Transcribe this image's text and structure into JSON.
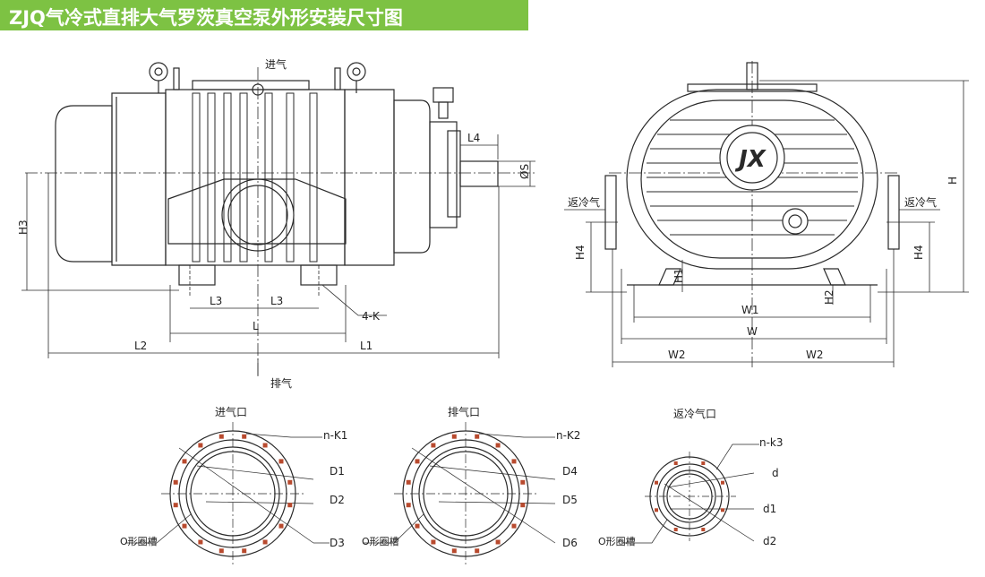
{
  "title": "ZJQ气冷式直排大气罗茨真空泵外形安装尺寸图",
  "colors": {
    "title_bg": "#7dc243",
    "title_text": "#ffffff",
    "line": "#2a2a2a",
    "bolt": "#b84a2e"
  },
  "side_view": {
    "inlet": "进气",
    "outlet": "排气",
    "L4": "L4",
    "S": "ØS",
    "H3": "H3",
    "L3_left": "L3",
    "L3_right": "L3",
    "L": "L",
    "L1": "L1",
    "L2": "L2",
    "K": "4-K"
  },
  "end_view": {
    "return_left": "返冷气",
    "return_right": "返冷气",
    "H": "H",
    "H4_left": "H4",
    "H4_right": "H4",
    "H1": "H1",
    "H2": "H2",
    "W1": "W1",
    "W": "W",
    "W2_left": "W2",
    "W2_right": "W2"
  },
  "flanges": [
    {
      "title": "进气口",
      "bolt": "n-K1",
      "d_a": "D1",
      "d_b": "D2",
      "d_c": "D3",
      "groove": "O形圈槽",
      "bolt_count": 16
    },
    {
      "title": "排气口",
      "bolt": "n-K2",
      "d_a": "D4",
      "d_b": "D5",
      "d_c": "D6",
      "groove": "O形圈槽",
      "bolt_count": 16
    },
    {
      "title": "返冷气口",
      "bolt": "n-k3",
      "d_a": "d",
      "d_b": "d1",
      "d_c": "d2",
      "groove": "O形圈槽",
      "bolt_count": 8
    }
  ]
}
